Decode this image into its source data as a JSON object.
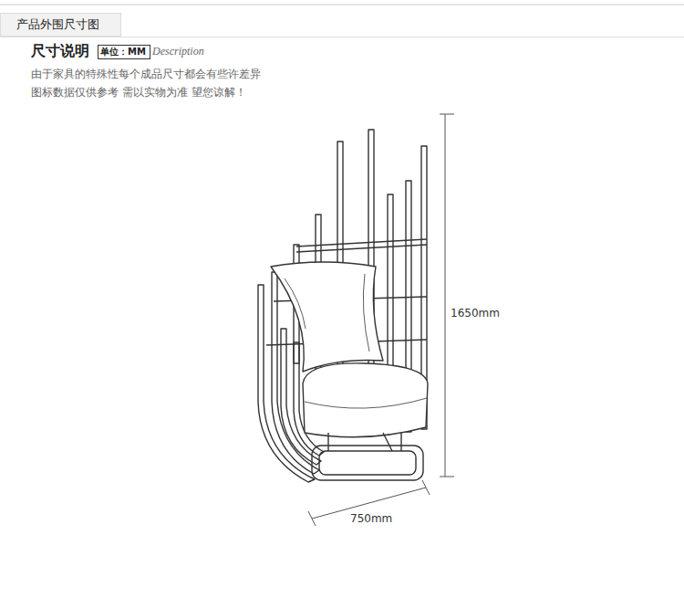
{
  "diagram": {
    "title": "尺寸说明",
    "nodes": [
      {
        "text": [
          "产品外围尺寸图"
        ]
      },
      {
        "text": [
          "单位：MM"
        ]
      }
    ],
    "labels": [
      "Description",
      "由于家具的特殊性每个成品尺寸都会有些许差异",
      "图标数据仅供参考 需以实物为准 望您谅解！",
      "1650mm",
      "750mm"
    ]
  }
}
